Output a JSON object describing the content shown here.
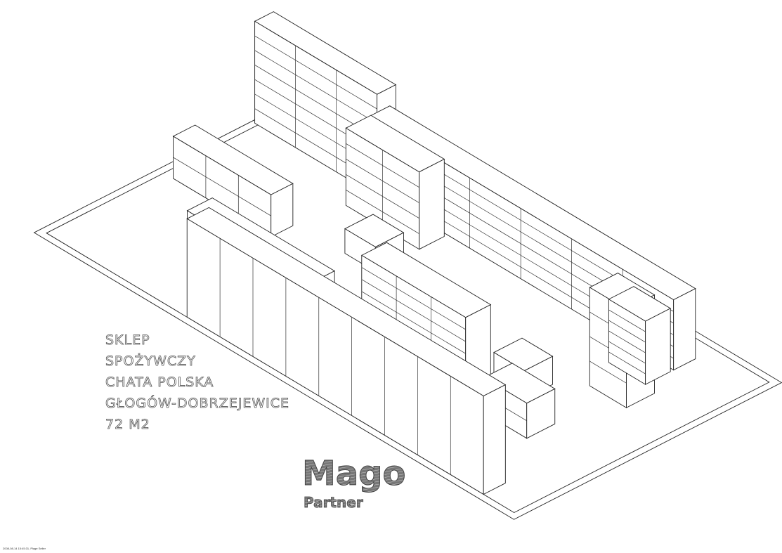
{
  "drawing": {
    "title_lines": [
      "SKLEP",
      "SPOŻYWCZY",
      "CHATA POLSKA",
      "GŁOGÓW-DOBRZEJEWICE",
      "72 M2"
    ],
    "logo": {
      "main": "Mago",
      "sub": "Partner"
    },
    "footer": "2008-08-14 15:45:31, Plage Seller"
  }
}
